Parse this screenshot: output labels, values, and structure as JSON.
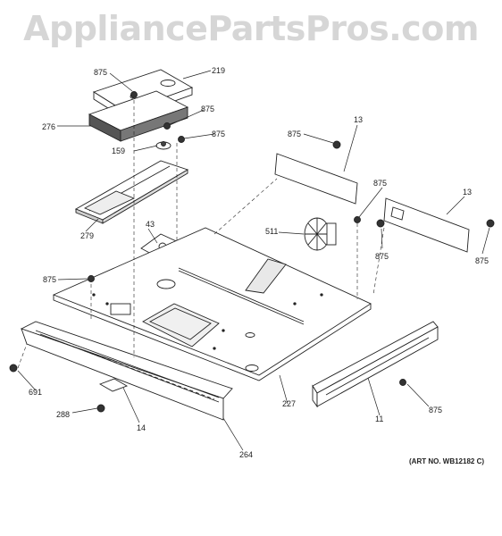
{
  "watermark": "AppliancePartsPros.com",
  "art_number": "(ART NO. WB12182 C)",
  "callouts": {
    "p875_a": "875",
    "p219": "219",
    "p875_b": "875",
    "p276": "276",
    "p875_c": "875",
    "p159": "159",
    "p13_a": "13",
    "p875_d": "875",
    "p279": "279",
    "p875_e": "875",
    "p13_b": "13",
    "p43": "43",
    "p511": "511",
    "p875_f": "875",
    "p875_g": "875",
    "p875_h": "875",
    "p691": "691",
    "p227": "227",
    "p288": "288",
    "p14": "14",
    "p11": "11",
    "p875_i": "875",
    "p264": "264"
  }
}
